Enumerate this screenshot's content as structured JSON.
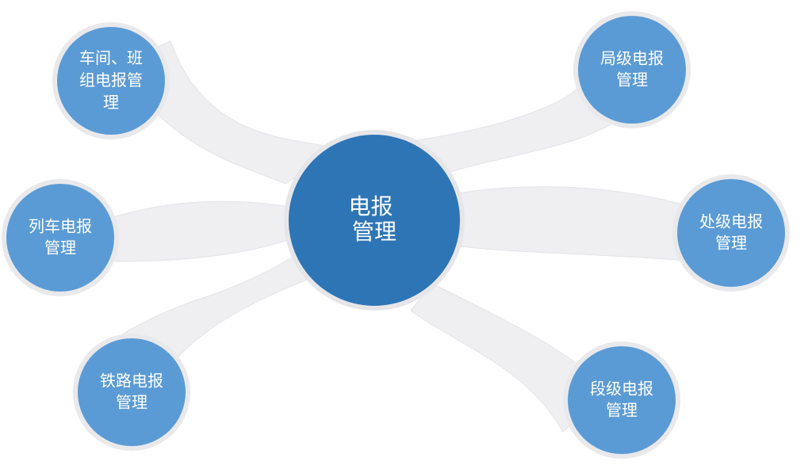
{
  "colors": {
    "background": "#ffffff",
    "connector": "#efeff1",
    "connector_edge": "#e4e4e8",
    "center_fill": "#2e75b6",
    "center_ring": "#e6e6e9",
    "satellite_fill": "#5b9bd5",
    "satellite_ring": "#e9e9ec",
    "label": "#ffffff"
  },
  "center": {
    "lines": [
      "电报",
      "管理"
    ]
  },
  "satellites": [
    {
      "id": "workshop",
      "lines": [
        "车间、班",
        "组电报管",
        "理"
      ]
    },
    {
      "id": "train",
      "lines": [
        "列车电报",
        "管理"
      ]
    },
    {
      "id": "railway",
      "lines": [
        "铁路电报",
        "管理"
      ]
    },
    {
      "id": "bureau",
      "lines": [
        "局级电报",
        "管理"
      ]
    },
    {
      "id": "division",
      "lines": [
        "处级电报",
        "管理"
      ]
    },
    {
      "id": "section",
      "lines": [
        "段级电报",
        "管理"
      ]
    }
  ]
}
